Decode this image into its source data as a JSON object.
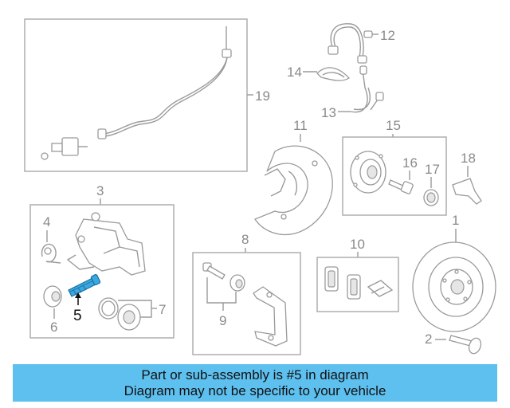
{
  "callouts": {
    "c1": "1",
    "c2": "2",
    "c3": "3",
    "c4": "4",
    "c5": "5",
    "c6": "6",
    "c7": "7",
    "c8": "8",
    "c9": "9",
    "c10": "10",
    "c11": "11",
    "c12": "12",
    "c13": "13",
    "c14": "14",
    "c15": "15",
    "c16": "16",
    "c17": "17",
    "c18": "18",
    "c19": "19"
  },
  "highlighted_part": "5",
  "colors": {
    "banner": "#5ec0ef",
    "highlight_part": "#3aa8e0",
    "line_art": "#9a9a9a"
  },
  "banner": {
    "line1": "Part or sub-assembly is #5 in diagram",
    "line2": "Diagram may not be specific to your vehicle"
  }
}
